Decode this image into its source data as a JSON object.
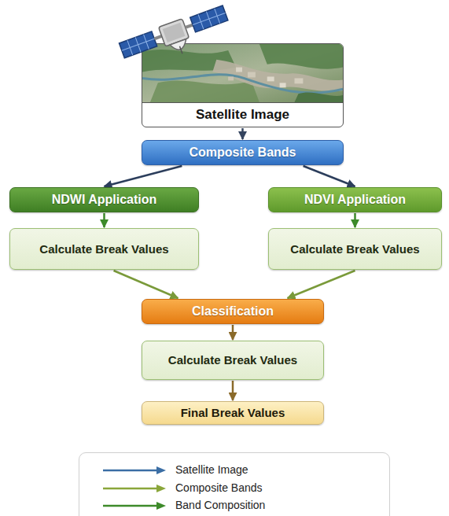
{
  "diagram": {
    "nodes": [
      {
        "text": [
          "Satellite Image"
        ]
      },
      {
        "text": [
          "Composite Bands"
        ]
      },
      {
        "text": [
          "NDWI Application"
        ]
      },
      {
        "text": [
          "NDVI Application"
        ]
      },
      {
        "text": [
          "Calculate Break Values"
        ]
      },
      {
        "text": [
          "Calculate Break Values"
        ]
      },
      {
        "text": [
          "Classification"
        ]
      },
      {
        "text": [
          "Calculate Break Values"
        ]
      },
      {
        "text": [
          "Final Break Values"
        ]
      }
    ],
    "edges": [
      {
        "from": 0,
        "to": 1,
        "arrow": "to"
      },
      {
        "from": 1,
        "to": 2,
        "arrow": "to"
      },
      {
        "from": 1,
        "to": 3,
        "arrow": "to"
      },
      {
        "from": 2,
        "to": 4,
        "arrow": "to"
      },
      {
        "from": 3,
        "to": 5,
        "arrow": "to"
      },
      {
        "from": 4,
        "to": 6,
        "arrow": "to"
      },
      {
        "from": 5,
        "to": 6,
        "arrow": "to"
      },
      {
        "from": 6,
        "to": 7,
        "arrow": "to"
      },
      {
        "from": 7,
        "to": 8,
        "arrow": "to"
      }
    ],
    "legend": [
      {
        "text": "Satellite Image"
      },
      {
        "text": "Composite Bands"
      },
      {
        "text": "Band Composition"
      }
    ]
  }
}
